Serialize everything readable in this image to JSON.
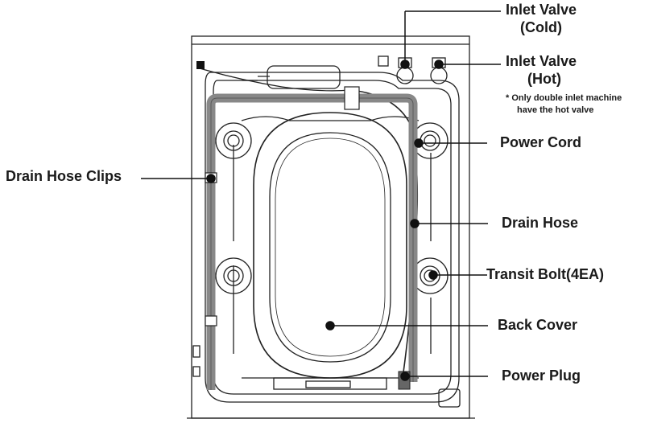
{
  "labels": {
    "inlet_cold_line1": "Inlet Valve",
    "inlet_cold_line2": "(Cold)",
    "inlet_hot_line1": "Inlet Valve",
    "inlet_hot_line2": "(Hot)",
    "note_line1": "* Only double inlet machine",
    "note_line2": "have the hot valve",
    "power_cord": "Power Cord",
    "drain_hose_clips": "Drain Hose Clips",
    "drain_hose": "Drain Hose",
    "transit_bolt": "Transit Bolt(4EA)",
    "back_cover": "Back Cover",
    "power_plug": "Power Plug"
  }
}
